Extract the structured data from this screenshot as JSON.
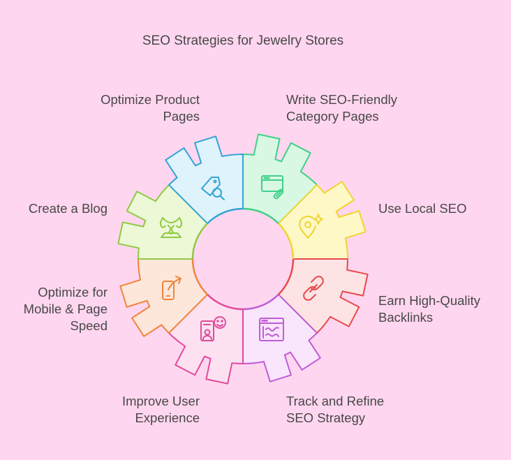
{
  "title": "SEO Strategies for Jewelry Stores",
  "segments": [
    {
      "lines": [
        "Write SEO-Friendly",
        "Category Pages"
      ],
      "icon": "browser-link-icon",
      "fill": "#d8f8e3",
      "stroke": "#3fd08a"
    },
    {
      "lines": [
        "Use Local SEO"
      ],
      "icon": "location-sparkle-icon",
      "fill": "#fdf8c6",
      "stroke": "#f1d431"
    },
    {
      "lines": [
        "Earn High-Quality",
        "Backlinks"
      ],
      "icon": "chain-link-icon",
      "fill": "#fde3e3",
      "stroke": "#e74a4c"
    },
    {
      "lines": [
        "Track and Refine",
        "SEO Strategy"
      ],
      "icon": "analytics-window-icon",
      "fill": "#f9e6fc",
      "stroke": "#c15bd6"
    },
    {
      "lines": [
        "Improve User",
        "Experience"
      ],
      "icon": "user-smile-icon",
      "fill": "#fde1f1",
      "stroke": "#e14a9c"
    },
    {
      "lines": [
        "Optimize for",
        "Mobile & Page",
        "Speed"
      ],
      "icon": "mobile-speed-icon",
      "fill": "#fde6da",
      "stroke": "#f0843a"
    },
    {
      "lines": [
        "Create a Blog"
      ],
      "icon": "necklace-icon",
      "fill": "#ecf8d6",
      "stroke": "#8fc943"
    },
    {
      "lines": [
        "Optimize Product",
        "Pages"
      ],
      "icon": "tag-search-icon",
      "fill": "#dff3fc",
      "stroke": "#33a3d6"
    }
  ]
}
